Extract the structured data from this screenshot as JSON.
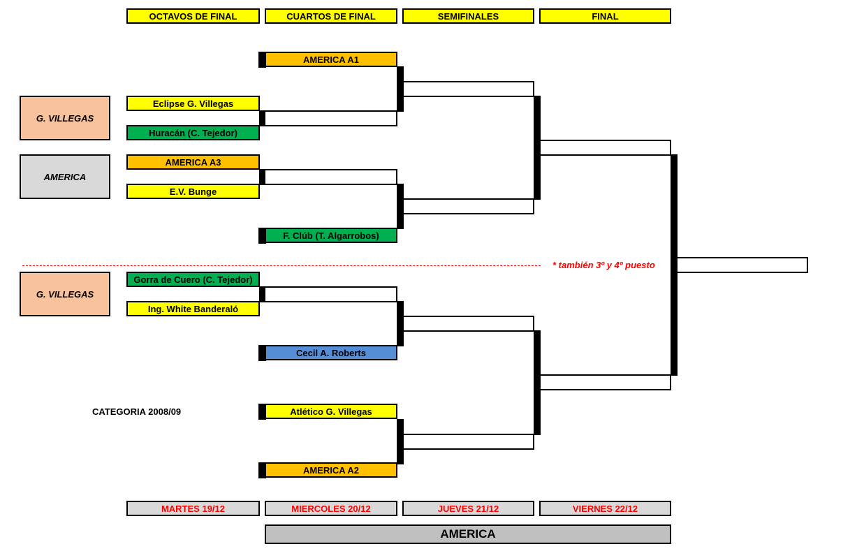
{
  "round_headers": [
    "OCTAVOS DE FINAL",
    "CUARTOS DE FINAL",
    "SEMIFINALES",
    "FINAL"
  ],
  "venues": [
    "G. VILLEGAS",
    "AMERICA",
    "G. VILLEGAS"
  ],
  "octavos": [
    "Eclipse G. Villegas",
    "Huracán (C. Tejedor)",
    "AMERICA A3",
    "E.V. Bunge",
    "Gorra de Cuero (C. Tejedor)",
    "Ing. White Banderaló"
  ],
  "cuartos": [
    "AMERICA A1",
    "F. Clúb (T. Algarrobos)",
    "Cecil A. Roberts",
    "Atlético G. Villegas",
    "AMERICA A2"
  ],
  "note": "* también 3º y 4º puesto",
  "category": "CATEGORIA 2008/09",
  "dates": [
    "MARTES 19/12",
    "MIERCOLES 20/12",
    "JUEVES 21/12",
    "VIERNES 22/12"
  ],
  "footer": "AMERICA",
  "colors": {
    "yellow": "#ffff00",
    "green": "#00b050",
    "orange": "#ffc000",
    "blue": "#558ed5",
    "venue_orange": "#f8c39c",
    "venue_gray": "#d9d9d9",
    "date_red": "#ff0000"
  }
}
